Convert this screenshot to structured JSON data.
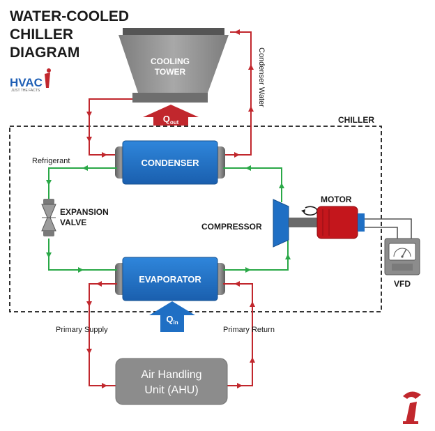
{
  "title": {
    "line1": "WATER-COOLED",
    "line2": "CHILLER",
    "line3": "DIAGRAM"
  },
  "logo": {
    "text": "HVAC",
    "tagline": "JUST THE FACTS"
  },
  "components": {
    "cooling_tower": {
      "line1": "COOLING",
      "line2": "TOWER"
    },
    "condenser": "CONDENSER",
    "evaporator": "EVAPORATOR",
    "compressor": "COMPRESSOR",
    "motor": "MOTOR",
    "expansion_valve": {
      "line1": "EXPANSION",
      "line2": "VALVE"
    },
    "vfd": "VFD",
    "ahu": {
      "line1": "Air Handling",
      "line2": "Unit (AHU)"
    }
  },
  "labels": {
    "chiller": "CHILLER",
    "refrigerant": "Refrigerant",
    "condenser_water": "Condenser Water",
    "primary_supply": "Primary Supply",
    "primary_return": "Primary Return",
    "q_out": {
      "main": "Q",
      "sub": "out"
    },
    "q_in": {
      "main": "Q",
      "sub": "in"
    }
  },
  "colors": {
    "water_loop": "#c1272d",
    "refrigerant_loop": "#2aa847",
    "heat_exchanger": "#1f6fc4",
    "motor": "#c4161c",
    "ahu": "#8c8c8c",
    "q_out_arrow": "#c1272d",
    "q_in_arrow": "#1f6fc4"
  }
}
